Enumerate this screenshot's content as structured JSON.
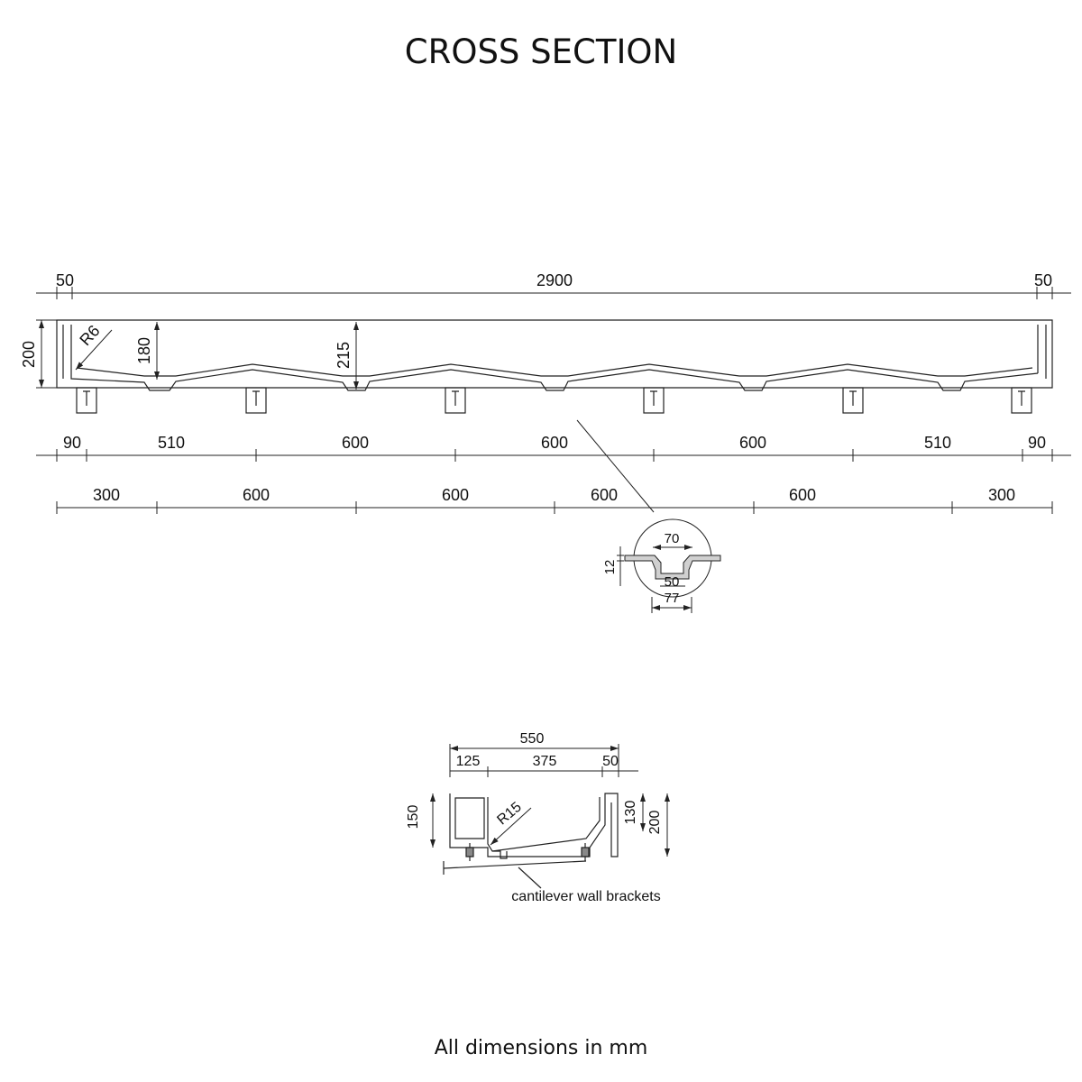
{
  "title": "CROSS SECTION",
  "footer": "All dimensions in mm",
  "main_view": {
    "top_dims": [
      "50",
      "2900",
      "50"
    ],
    "height_dims": [
      "200",
      "180",
      "215"
    ],
    "radius_label": "R6",
    "channel_dims": [
      "90",
      "510",
      "600",
      "600",
      "600",
      "510",
      "90"
    ],
    "segment_dims": [
      "300",
      "600",
      "600",
      "600",
      "600",
      "300"
    ]
  },
  "detail_view": {
    "top_width": "70",
    "thickness": "12",
    "bottom_width": "50",
    "overall_width": "77"
  },
  "end_view": {
    "overall_width": "550",
    "sub_widths": [
      "125",
      "375",
      "50"
    ],
    "heights": [
      "150",
      "130",
      "200"
    ],
    "radius_label": "R15",
    "bracket_label": "cantilever wall brackets"
  }
}
